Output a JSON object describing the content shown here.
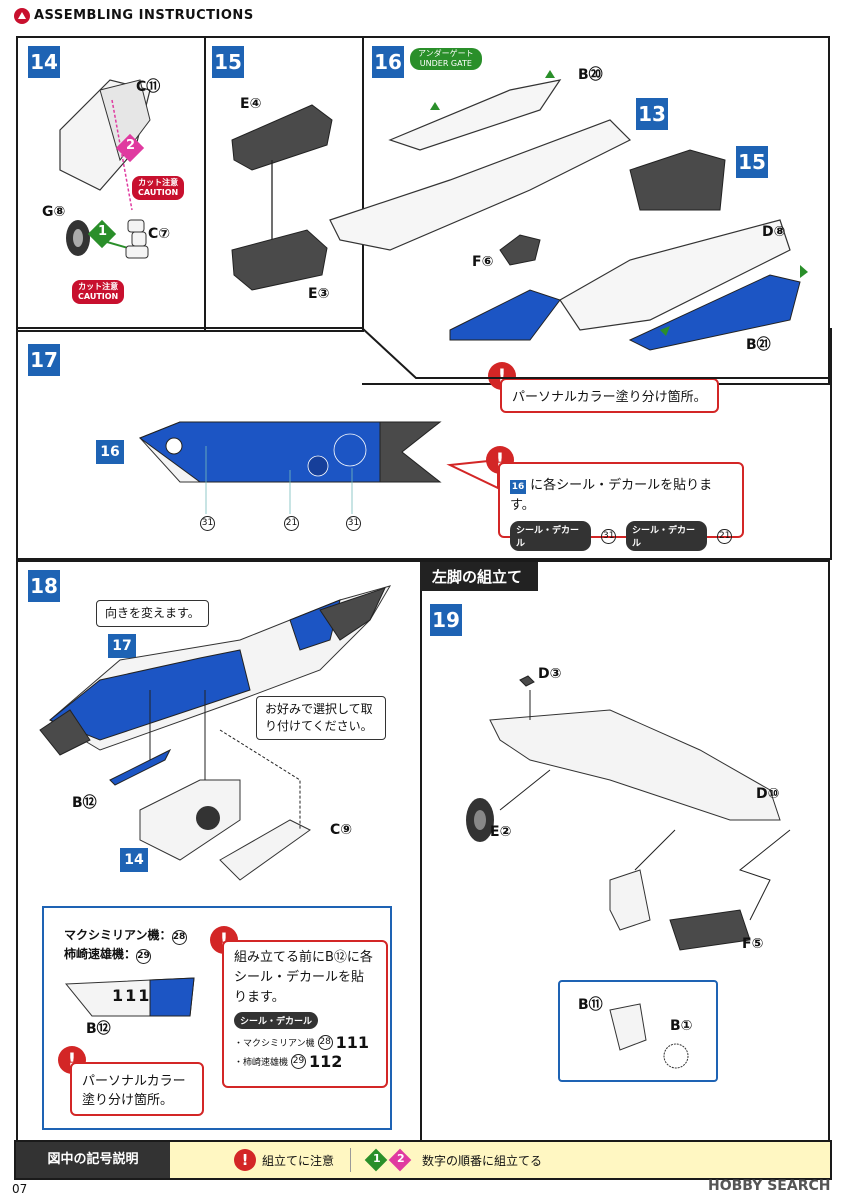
{
  "header": {
    "title": "ASSEMBLING INSTRUCTIONS"
  },
  "page_number": "07",
  "watermark": "HOBBY SEARCH",
  "colors": {
    "step_blue": "#1e63b4",
    "part_blue": "#1c55c4",
    "caution_red": "#d32626",
    "legend_yellow": "#fff7c2",
    "green_arrow": "#2a8f2a"
  },
  "step14": {
    "number": "14",
    "parts": {
      "c11": "C⑪",
      "g8": "G⑧",
      "c7": "C⑦"
    },
    "order": [
      "1",
      "2"
    ],
    "caution_label": "カット注意",
    "caution_en": "CAUTION"
  },
  "step15": {
    "number": "15",
    "parts": {
      "e4": "E④",
      "e3": "E③"
    }
  },
  "step16": {
    "number": "16",
    "under_gate": "アンダーゲート",
    "under_gate_en": "UNDER GATE",
    "parts": {
      "b20": "B⑳",
      "f6": "F⑥",
      "d8": "D⑧",
      "b21": "B㉑"
    },
    "refs": [
      "13",
      "15"
    ],
    "note": "パーソナルカラー塗り分け箇所。"
  },
  "step17": {
    "number": "17",
    "ref": "16",
    "decal_nums": [
      "31",
      "21",
      "31"
    ],
    "note": "に各シール・デカールを貼ります。",
    "note_ref": "16",
    "decals": [
      {
        "label": "シール・デカール",
        "num": "31"
      },
      {
        "label": "シール・デカール",
        "num": "21"
      }
    ]
  },
  "step18": {
    "number": "18",
    "ref17": "17",
    "ref14": "14",
    "callout_turn": "向きを変えます。",
    "callout_choose": "お好みで選択して取り付けてください。",
    "parts": {
      "b12": "B⑫",
      "c9": "C⑨"
    },
    "detail": {
      "maximilian": "マクシミリアン機：",
      "maximilian_num": "28",
      "kakizaki": "柿崎速雄機：",
      "kakizaki_num": "29",
      "part": "B⑫",
      "marking": "111"
    },
    "note_apply": "組み立てる前にB⑫に各シール・デカールを貼ります。",
    "decal_label": "シール・デカール",
    "decal_rows": [
      {
        "name": "・マクシミリアン機",
        "num": "28",
        "mark": "111"
      },
      {
        "name": "・柿崎速雄機",
        "num": "29",
        "mark": "112"
      }
    ],
    "note_paint": "パーソナルカラー塗り分け箇所。"
  },
  "left_leg": {
    "heading": "左脚の組立て"
  },
  "step19": {
    "number": "19",
    "parts": {
      "d3": "D③",
      "d10": "D⑩",
      "e2": "E②",
      "f5": "F⑤",
      "b11": "B⑪",
      "b1": "B①"
    }
  },
  "legend": {
    "title": "図中の記号説明",
    "caution": "組立てに注意",
    "order": "数字の順番に組立てる",
    "n1": "1",
    "n2": "2"
  }
}
